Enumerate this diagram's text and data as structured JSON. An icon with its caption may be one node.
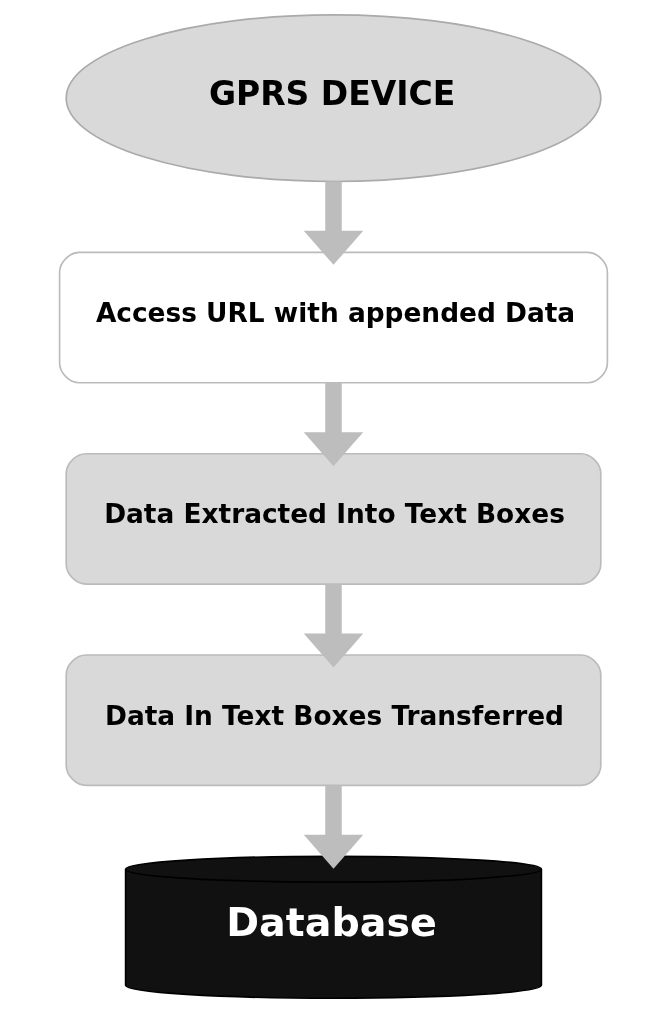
{
  "diagram": {
    "nodes": [
      {
        "text": [
          "GPRS DEVICE"
        ]
      },
      {
        "text": [
          "Access URL with appended Data"
        ]
      },
      {
        "text": [
          "Data Extracted Into Text Boxes"
        ]
      },
      {
        "text": [
          "Data In Text Boxes Transferred"
        ]
      },
      {
        "text": [
          "Database"
        ]
      }
    ],
    "edges": [
      {
        "from": 0,
        "to": 1,
        "arrow": "to"
      },
      {
        "from": 1,
        "to": 2,
        "arrow": "to"
      },
      {
        "from": 2,
        "to": 3,
        "arrow": "to"
      },
      {
        "from": 3,
        "to": 4,
        "arrow": "to"
      }
    ]
  }
}
